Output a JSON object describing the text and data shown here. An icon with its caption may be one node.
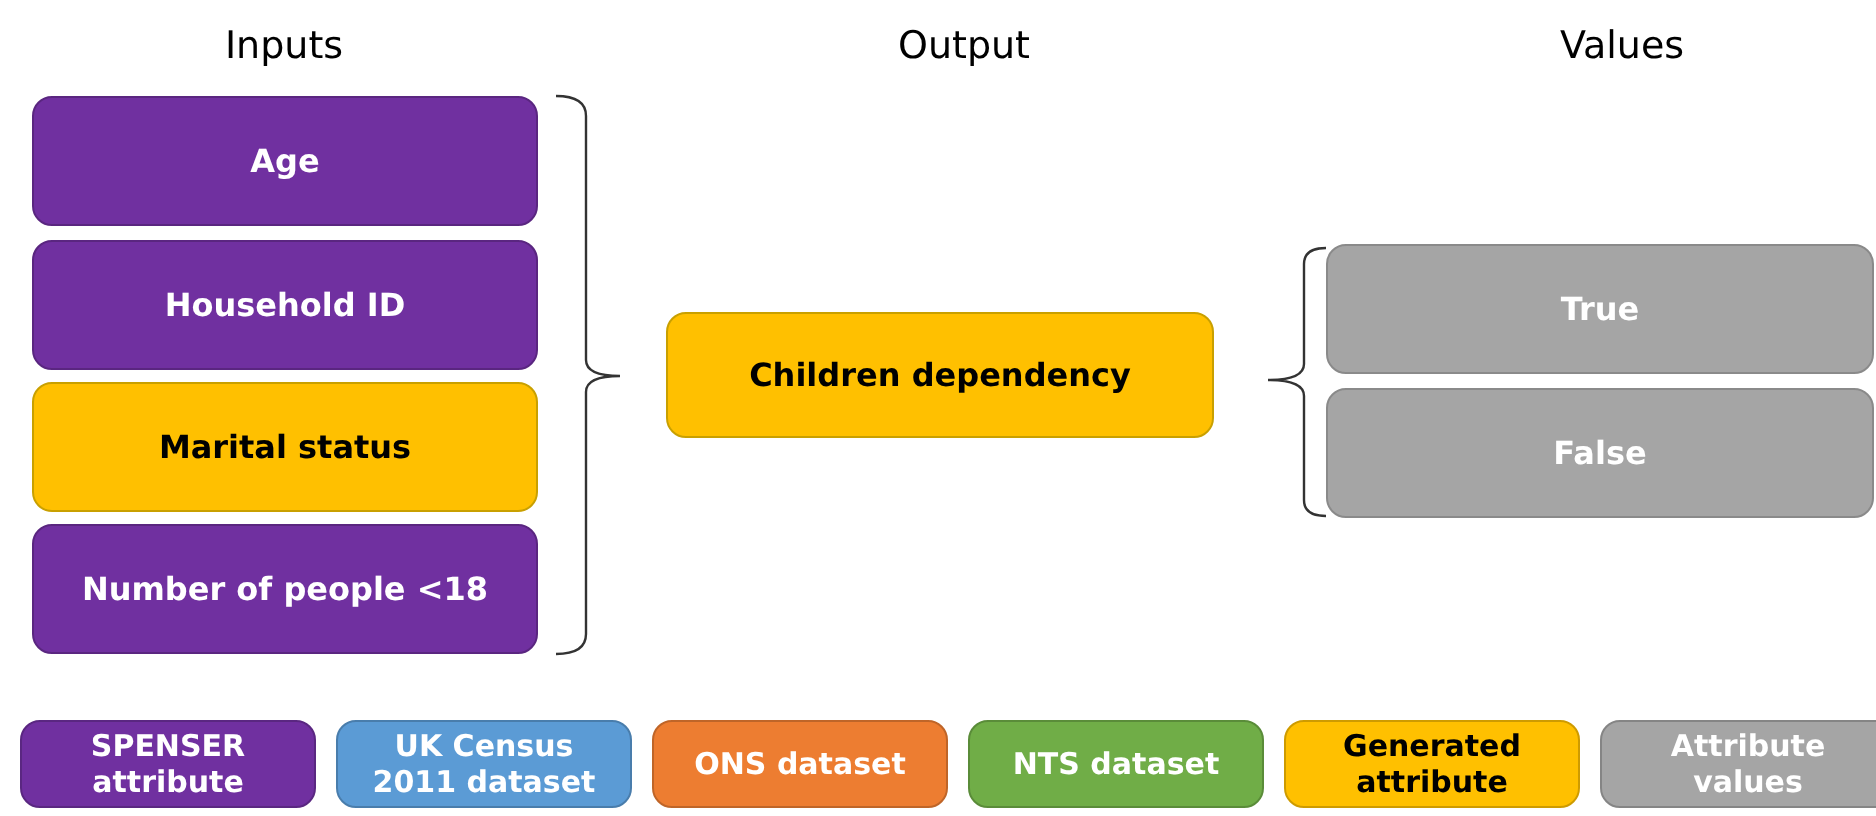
{
  "diagram": {
    "nodes": [
      {
        "text": [
          "Age"
        ]
      },
      {
        "text": [
          "Household ID"
        ]
      },
      {
        "text": [
          "Marital status"
        ]
      },
      {
        "text": [
          "Number of people <18"
        ]
      },
      {
        "text": [
          "Children dependency"
        ]
      },
      {
        "text": [
          "True"
        ]
      },
      {
        "text": [
          "False"
        ]
      }
    ],
    "labels": [
      "Inputs",
      "Output",
      "Values"
    ],
    "legend": [
      {
        "text": "SPENSER attribute",
        "color": "#7030a0"
      },
      {
        "text": "UK Census 2011 dataset",
        "color": "#5b9bd5"
      },
      {
        "text": "ONS dataset",
        "color": "#ed7d31"
      },
      {
        "text": "NTS dataset",
        "color": "#70ad47"
      },
      {
        "text": "Generated attribute",
        "color": "#ffc000"
      },
      {
        "text": "Attribute values",
        "color": "#a5a5a5"
      }
    ]
  }
}
